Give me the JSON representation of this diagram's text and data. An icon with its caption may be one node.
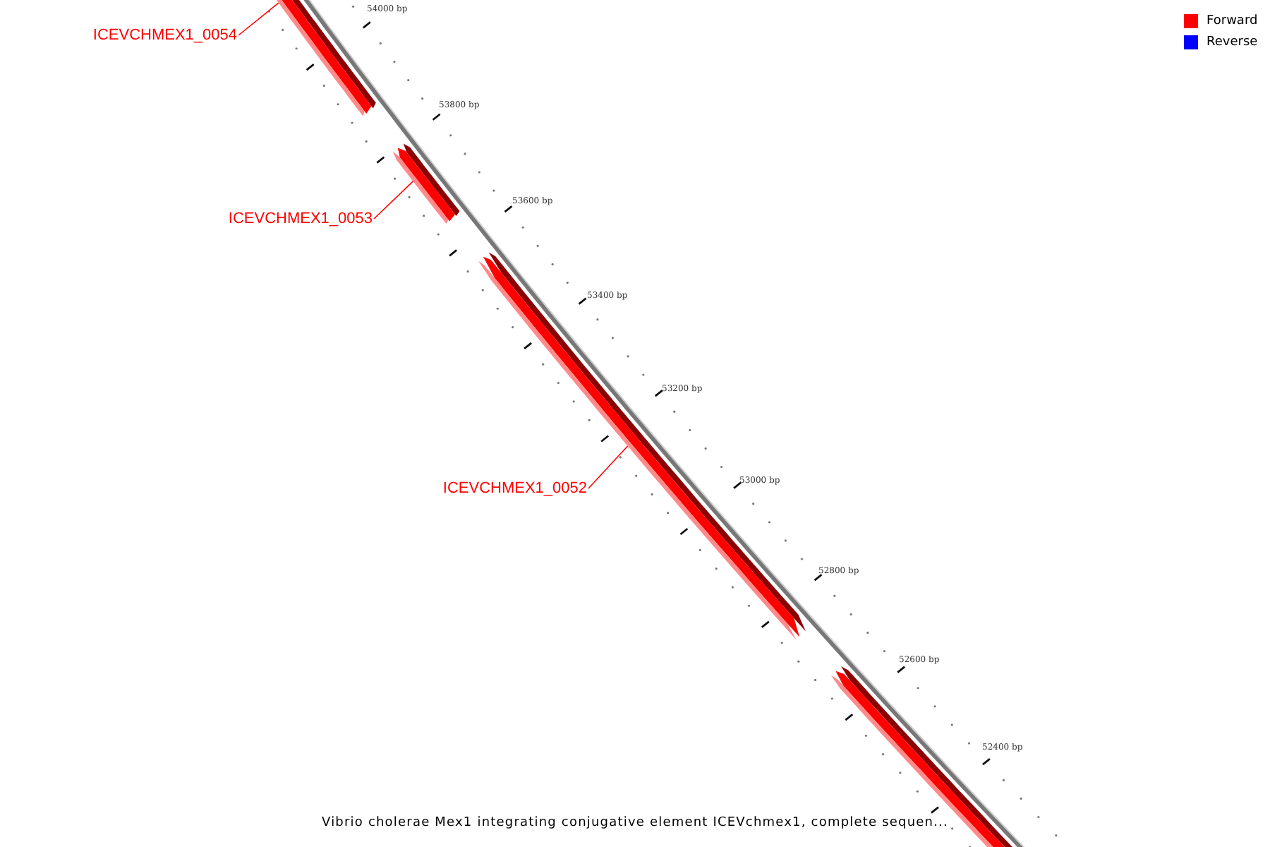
{
  "diagram": {
    "caption": "Vibrio cholerae Mex1 integrating conjugative element ICEVchmex1, complete sequen...",
    "nodes": [
      {
        "text": [
          "ICEVCHMEX1_0054"
        ]
      },
      {
        "text": [],
        "shape": "bar"
      },
      {
        "text": [
          "ICEVCHMEX1_0053"
        ]
      },
      {
        "text": [],
        "shape": "bar"
      },
      {
        "text": [
          "ICEVCHMEX1_0052"
        ]
      },
      {
        "text": [],
        "shape": "bar"
      },
      {
        "text": [],
        "shape": "bar"
      }
    ],
    "edges": [
      {
        "from": 0,
        "to": 1,
        "arrow": "none"
      },
      {
        "from": 2,
        "to": 3,
        "arrow": "none"
      },
      {
        "from": 4,
        "to": 5,
        "arrow": "none"
      }
    ],
    "labels": [
      "54000 bp",
      "53800 bp",
      "53600 bp",
      "53400 bp",
      "53200 bp",
      "53000 bp",
      "52800 bp",
      "52600 bp",
      "52400 bp"
    ],
    "legend": [
      {
        "text": "Forward",
        "color": "#ff0000"
      },
      {
        "text": "Reverse",
        "color": "#0000ff"
      }
    ]
  }
}
